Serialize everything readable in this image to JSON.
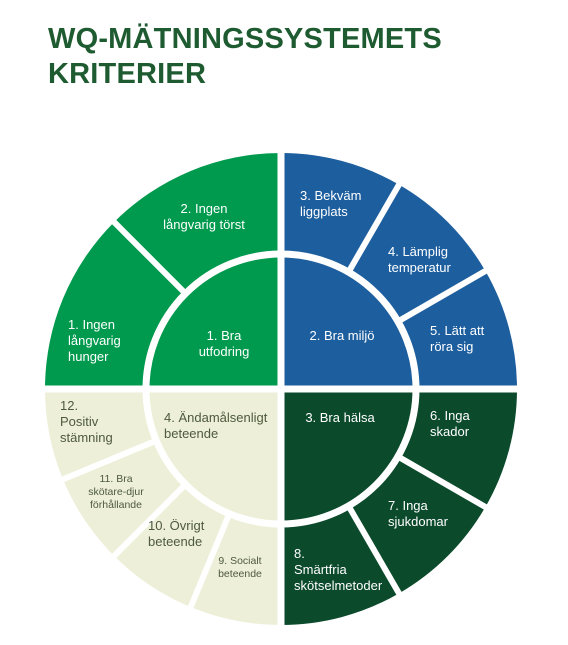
{
  "title": {
    "line1": "WQ-MÄTNINGSSYSTEMETS",
    "line2": "KRITERIER"
  },
  "colors": {
    "title": "#1e5b31",
    "feeding": "#009a4e",
    "environment": "#1d5e9e",
    "health": "#0c4a2c",
    "behaviour": "#eeefd9",
    "dark_text": "#4d5a3c"
  },
  "principles": [
    {
      "key": "feeding",
      "lines": [
        "1. Bra",
        "utfodring"
      ]
    },
    {
      "key": "environment",
      "lines": [
        "2. Bra miljö"
      ]
    },
    {
      "key": "health",
      "lines": [
        "3. Bra hälsa"
      ]
    },
    {
      "key": "behaviour",
      "lines": [
        "4. Ändamålsenligt",
        "beteende"
      ]
    }
  ],
  "criteria": [
    {
      "principle": "feeding",
      "lines": [
        "1. Ingen",
        "långvarig",
        "hunger"
      ]
    },
    {
      "principle": "feeding",
      "lines": [
        "2. Ingen",
        "långvarig törst"
      ]
    },
    {
      "principle": "environment",
      "lines": [
        "3. Bekväm",
        "liggplats"
      ]
    },
    {
      "principle": "environment",
      "lines": [
        "4. Lämplig",
        "temperatur"
      ]
    },
    {
      "principle": "environment",
      "lines": [
        "5. Lätt att",
        "röra sig"
      ]
    },
    {
      "principle": "health",
      "lines": [
        "6. Inga",
        "skador"
      ]
    },
    {
      "principle": "health",
      "lines": [
        "7. Inga",
        "sjukdomar"
      ]
    },
    {
      "principle": "health",
      "lines": [
        "8.",
        "Smärtfria",
        "skötselmetoder"
      ]
    },
    {
      "principle": "behaviour",
      "lines": [
        "9. Socialt",
        "beteende"
      ]
    },
    {
      "principle": "behaviour",
      "lines": [
        "10. Övrigt",
        "beteende"
      ]
    },
    {
      "principle": "behaviour",
      "lines": [
        "11. Bra",
        "skötare-djur",
        "förhållande"
      ]
    },
    {
      "principle": "behaviour",
      "lines": [
        "12.",
        "Positiv",
        "stämning"
      ]
    }
  ]
}
